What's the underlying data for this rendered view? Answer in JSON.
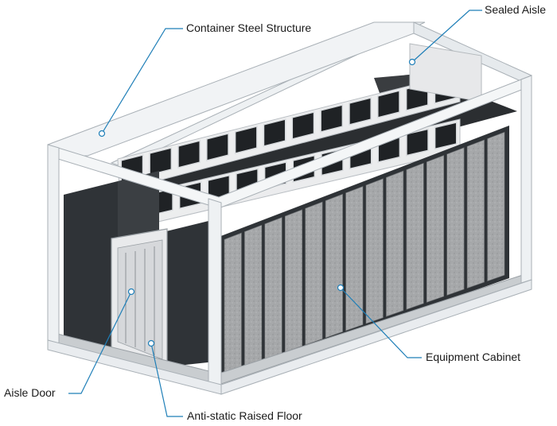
{
  "labels": {
    "container_steel_structure": "Container Steel Structure",
    "sealed_aisle": "Sealed Aisle",
    "equipment_cabinet": "Equipment Cabinet",
    "aisle_door": "Aisle Door",
    "anti_static_raised_floor": "Anti-static Raised Floor"
  },
  "colors": {
    "frame": "#eef1f3",
    "frame_edge": "#a9b0b6",
    "cabinet_dark": "#2f3337",
    "cabinet_panel": "#a7a9ab",
    "leader_line": "#1f7fb8",
    "aisle_glass": "#f3f3f3"
  }
}
